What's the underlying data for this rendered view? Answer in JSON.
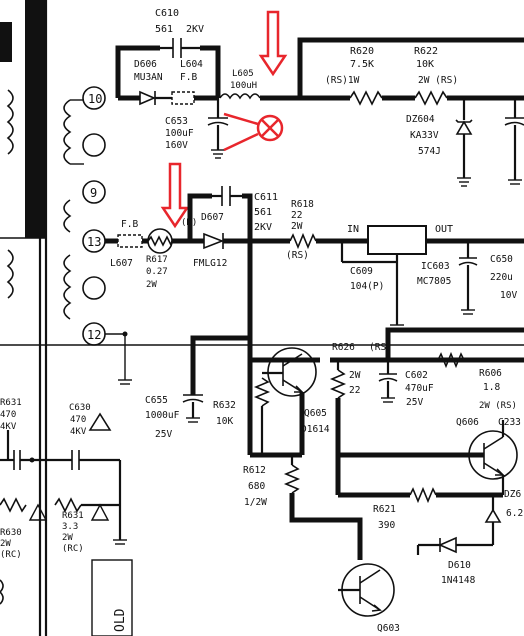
{
  "components": {
    "c610": {
      "ref": "C610",
      "value": "561",
      "rating": "2KV"
    },
    "d606": {
      "ref": "D606",
      "part": "MU3AN"
    },
    "l604": {
      "ref": "L604",
      "value": "F.B"
    },
    "l605": {
      "ref": "L605",
      "value": "100uH"
    },
    "c653": {
      "ref": "C653",
      "value": "100uF",
      "rating": "160V"
    },
    "r620": {
      "ref": "R620",
      "value": "7.5K",
      "rating": "(RS)1W"
    },
    "r622": {
      "ref": "R622",
      "value": "10K",
      "rating": "2W (RS)"
    },
    "dz604": {
      "ref": "DZ604",
      "part": "KA33V",
      "variant": "574J"
    },
    "l607": {
      "ref": "L607",
      "value": "F.B"
    },
    "r617": {
      "ref": "R617",
      "value": "0.27",
      "rating": "2W",
      "code": "(R)"
    },
    "d607": {
      "ref": "D607",
      "part": "FMLG12"
    },
    "c611": {
      "ref": "C611",
      "value": "561",
      "rating": "2KV"
    },
    "r618": {
      "ref": "R618",
      "value": "22",
      "rating": "2W",
      "code": "(RS)"
    },
    "ic603": {
      "ref": "IC603",
      "part": "MC7805",
      "in_label": "IN",
      "out_label": "OUT"
    },
    "c609": {
      "ref": "C609",
      "value": "104(P)"
    },
    "c650": {
      "ref": "C650",
      "value": "220u",
      "rating": "10V"
    },
    "r626": {
      "ref": "R626",
      "code": "(RS"
    },
    "r629": {
      "value": "22",
      "rating": "2W"
    },
    "c602": {
      "ref": "C602",
      "value": "470uF",
      "rating": "25V"
    },
    "r606": {
      "ref": "R606",
      "value": "1.8",
      "rating": "2W (RS)"
    },
    "q606": {
      "ref": "Q606"
    },
    "c233": {
      "ref": "C233"
    },
    "c655": {
      "ref": "C655",
      "value": "1000uF",
      "rating": "25V"
    },
    "r632": {
      "ref": "R632",
      "value": "10K"
    },
    "q605": {
      "ref": "Q605",
      "part": "D1614"
    },
    "r612": {
      "ref": "R612",
      "value": "680",
      "rating": "1/2W"
    },
    "r621": {
      "ref": "R621",
      "value": "390"
    },
    "dz6": {
      "ref": "DZ6",
      "value": "6.2"
    },
    "d610": {
      "ref": "D610",
      "part": "1N4148"
    },
    "q603": {
      "ref": "Q603"
    },
    "r631": {
      "ref": "R631",
      "value": "470",
      "rating": "4KV"
    },
    "c630": {
      "ref": "C630",
      "value": "470",
      "rating": "4KV"
    },
    "r630": {
      "ref": "R630",
      "rating": "2W",
      "code": "(RC)"
    },
    "r631b": {
      "ref": "R631",
      "value": "3.3",
      "rating": "2W",
      "code": "(RC)"
    }
  },
  "pins": {
    "p10": "10",
    "p9": "9",
    "p13": "13",
    "p12": "12"
  },
  "markers": {
    "fuse_mark": "F.B",
    "fuse_mark2": "F.B",
    "plate_text": "OLD"
  },
  "colors": {
    "annotation": "#e8262c",
    "ink": "#111111"
  }
}
